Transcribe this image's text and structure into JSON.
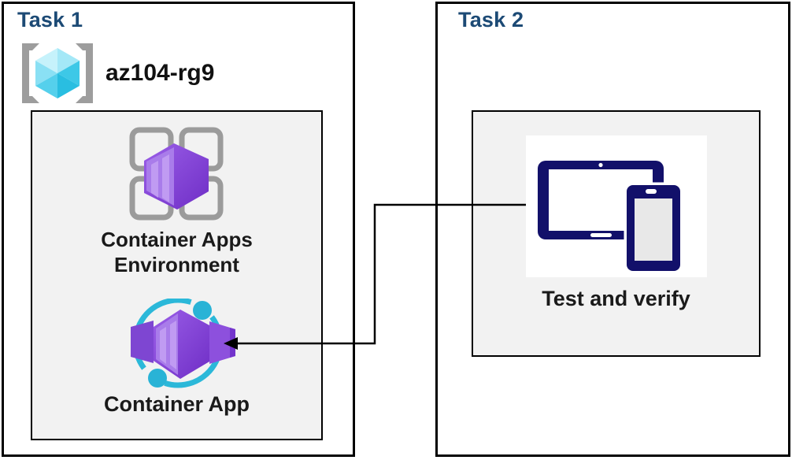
{
  "diagram": {
    "task1": {
      "title": "Task 1",
      "resource_group": {
        "name": "az104-rg9",
        "icon": "resource-group-icon"
      },
      "nodes": [
        {
          "label": "Container Apps Environment",
          "icon": "container-apps-environment-icon"
        },
        {
          "label": "Container App",
          "icon": "container-app-icon"
        }
      ]
    },
    "task2": {
      "title": "Task 2",
      "nodes": [
        {
          "label": "Test and verify",
          "icon": "devices-icon"
        }
      ]
    },
    "connector": {
      "from": "Test and verify",
      "to": "Container App",
      "style": "elbow-arrow"
    }
  },
  "colors": {
    "heading_blue": "#1C4A75",
    "panel_bg": "#F2F2F2",
    "border_black": "#000000",
    "azure_cyan": "#2BB8D9",
    "azure_purple": "#8A4FE0",
    "icon_navy": "#12106A",
    "icon_gray": "#9B9B9B",
    "cube_cyan": "#55D0EC"
  }
}
